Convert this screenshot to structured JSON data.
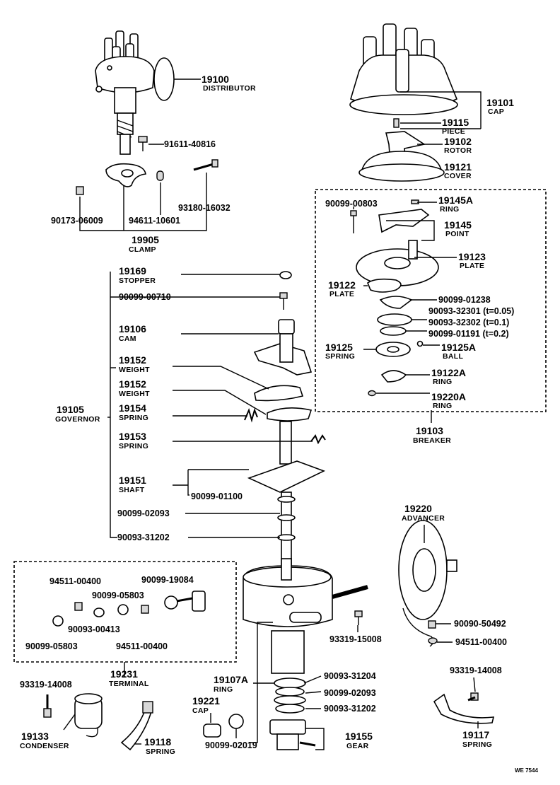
{
  "callouts": [
    {
      "id": "distributor",
      "num": "19100",
      "label": "DISTRIBUTOR"
    },
    {
      "id": "cap",
      "num": "19101",
      "label": "CAP"
    },
    {
      "id": "piece",
      "num": "19115",
      "label": "PIECE"
    },
    {
      "id": "rotor",
      "num": "19102",
      "label": "ROTOR"
    },
    {
      "id": "cover",
      "num": "19121",
      "label": "COVER"
    },
    {
      "id": "ring-145a",
      "num": "19145A",
      "label": "RING"
    },
    {
      "id": "point",
      "num": "19145",
      "label": "POINT"
    },
    {
      "id": "plate-123",
      "num": "19123",
      "label": "PLATE"
    },
    {
      "id": "plate-122",
      "num": "19122",
      "label": "PLATE"
    },
    {
      "id": "spring-125",
      "num": "19125",
      "label": "SPRING"
    },
    {
      "id": "ball",
      "num": "19125A",
      "label": "BALL"
    },
    {
      "id": "ring-122a",
      "num": "19122A",
      "label": "RING"
    },
    {
      "id": "ring-220a",
      "num": "19220A",
      "label": "RING"
    },
    {
      "id": "breaker",
      "num": "19103",
      "label": "BREAKER"
    },
    {
      "id": "clamp",
      "num": "19905",
      "label": "CLAMP"
    },
    {
      "id": "stopper",
      "num": "19169",
      "label": "STOPPER"
    },
    {
      "id": "cam",
      "num": "19106",
      "label": "CAM"
    },
    {
      "id": "weight-1",
      "num": "19152",
      "label": "WEIGHT"
    },
    {
      "id": "weight-2",
      "num": "19152",
      "label": "WEIGHT"
    },
    {
      "id": "spring-154",
      "num": "19154",
      "label": "SPRING"
    },
    {
      "id": "governor",
      "num": "19105",
      "label": "GOVERNOR"
    },
    {
      "id": "spring-153",
      "num": "19153",
      "label": "SPRING"
    },
    {
      "id": "shaft",
      "num": "19151",
      "label": "SHAFT"
    },
    {
      "id": "advancer",
      "num": "19220",
      "label": "ADVANCER"
    },
    {
      "id": "terminal",
      "num": "19231",
      "label": "TERMINAL"
    },
    {
      "id": "ring-107a",
      "num": "19107A",
      "label": "RING"
    },
    {
      "id": "cap-221",
      "num": "19221",
      "label": "CAP"
    },
    {
      "id": "condenser",
      "num": "19133",
      "label": "CONDENSER"
    },
    {
      "id": "spring-118",
      "num": "19118",
      "label": "SPRING"
    },
    {
      "id": "gear",
      "num": "19155",
      "label": "GEAR"
    },
    {
      "id": "spring-117",
      "num": "19117",
      "label": "SPRING"
    }
  ],
  "part_numbers": [
    {
      "id": "p01",
      "text": "91611-40816"
    },
    {
      "id": "p02",
      "text": "93180-16032"
    },
    {
      "id": "p03",
      "text": "90173-06009"
    },
    {
      "id": "p04",
      "text": "94611-10601"
    },
    {
      "id": "p05",
      "text": "90099-00803"
    },
    {
      "id": "p06",
      "text": "90099-01238"
    },
    {
      "id": "p07",
      "text": "90093-32301 (t=0.05)"
    },
    {
      "id": "p08",
      "text": "90093-32302 (t=0.1)"
    },
    {
      "id": "p09",
      "text": "90099-01191 (t=0.2)"
    },
    {
      "id": "p10",
      "text": "90099-00710"
    },
    {
      "id": "p11",
      "text": "90099-01100"
    },
    {
      "id": "p12",
      "text": "90099-02093"
    },
    {
      "id": "p13",
      "text": "90093-31202"
    },
    {
      "id": "p14",
      "text": "94511-00400"
    },
    {
      "id": "p15",
      "text": "90099-19084"
    },
    {
      "id": "p16",
      "text": "90099-05803"
    },
    {
      "id": "p17",
      "text": "90093-00413"
    },
    {
      "id": "p18",
      "text": "90099-05803"
    },
    {
      "id": "p19",
      "text": "94511-00400"
    },
    {
      "id": "p20",
      "text": "93319-15008"
    },
    {
      "id": "p21",
      "text": "90090-50492"
    },
    {
      "id": "p22",
      "text": "94511-00400"
    },
    {
      "id": "p23",
      "text": "93319-14008"
    },
    {
      "id": "p24",
      "text": "90093-31204"
    },
    {
      "id": "p25",
      "text": "90099-02093"
    },
    {
      "id": "p26",
      "text": "90093-31202"
    },
    {
      "id": "p27",
      "text": "93319-14008"
    },
    {
      "id": "p28",
      "text": "90099-02019"
    }
  ],
  "drawing_code": "WE 7544"
}
